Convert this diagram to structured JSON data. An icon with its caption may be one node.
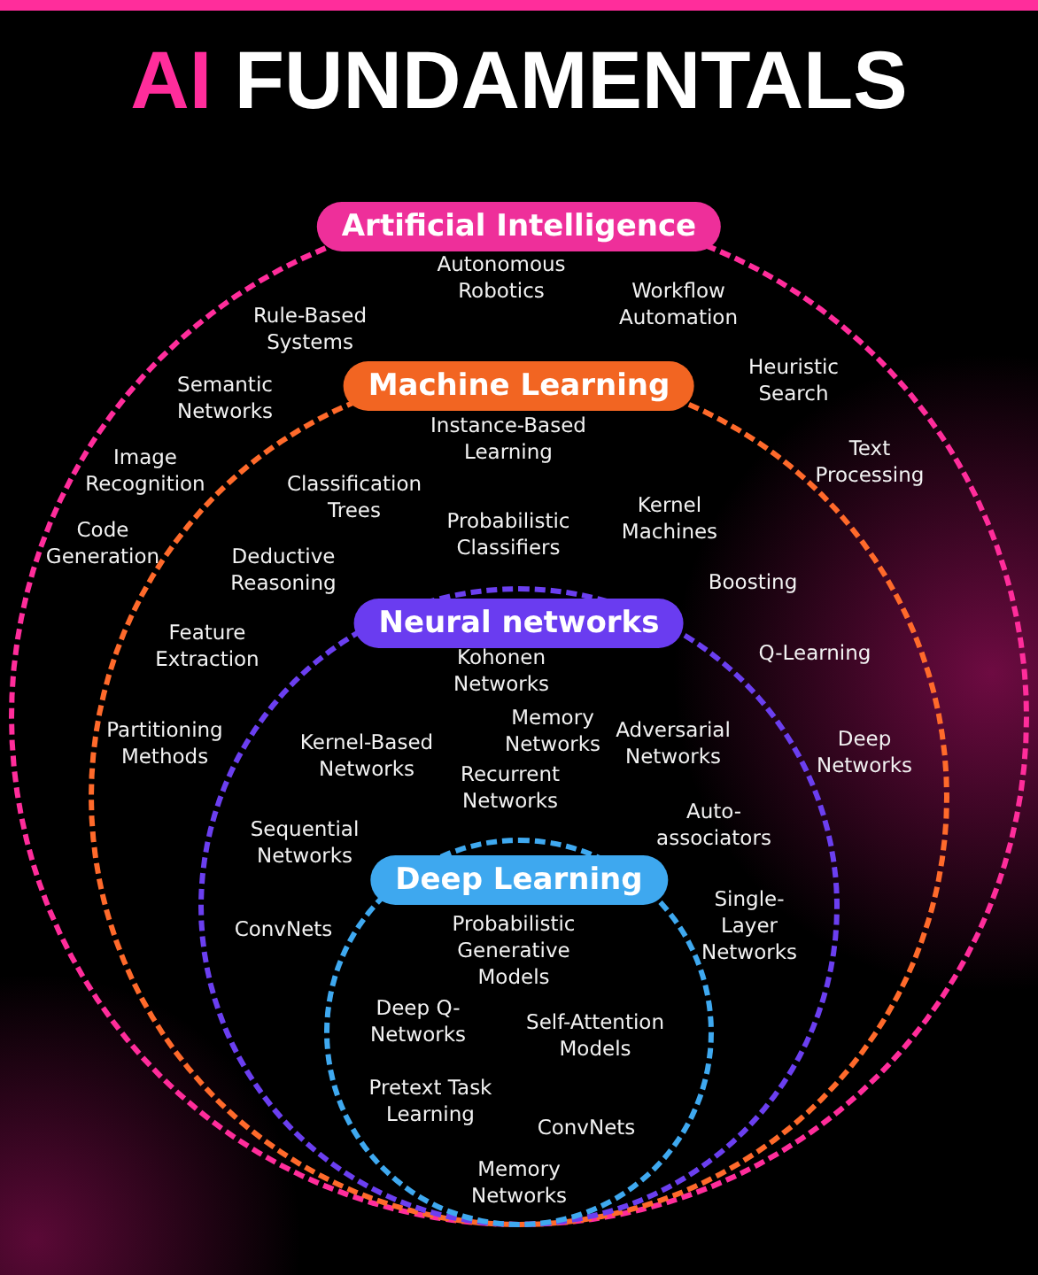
{
  "diagram": {
    "title": "AI FUNDAMENTALS",
    "nodes": [
      {
        "text": [
          "Artificial Intelligence"
        ]
      },
      {
        "text": [
          "Machine Learning"
        ],
        "in": 0
      },
      {
        "text": [
          "Neural networks"
        ],
        "in": 1
      },
      {
        "text": [
          "Deep Learning"
        ],
        "in": 2
      }
    ],
    "labels": [
      "Rule-Based Systems",
      "Autonomous Robotics",
      "Workflow Automation",
      "Semantic Networks",
      "Heuristic Search",
      "Image Recognition",
      "Instance-Based Learning",
      "Text Processing",
      "Code Generation",
      "Classification Trees",
      "Probabilistic Classifiers",
      "Kernel Machines",
      "Deductive Reasoning",
      "Boosting",
      "Feature Extraction",
      "Kohonen Networks",
      "Q-Learning",
      "Partitioning Methods",
      "Kernel-Based Networks",
      "Memory Networks",
      "Adversarial Networks",
      "Deep Networks",
      "Recurrent Networks",
      "Sequential Networks",
      "Auto-associators",
      "ConvNets",
      "Probabilistic Generative Models",
      "Single-Layer Networks",
      "Deep Q-Networks",
      "Self-Attention Models",
      "Pretext Task Learning",
      "ConvNets",
      "Memory Networks"
    ]
  }
}
